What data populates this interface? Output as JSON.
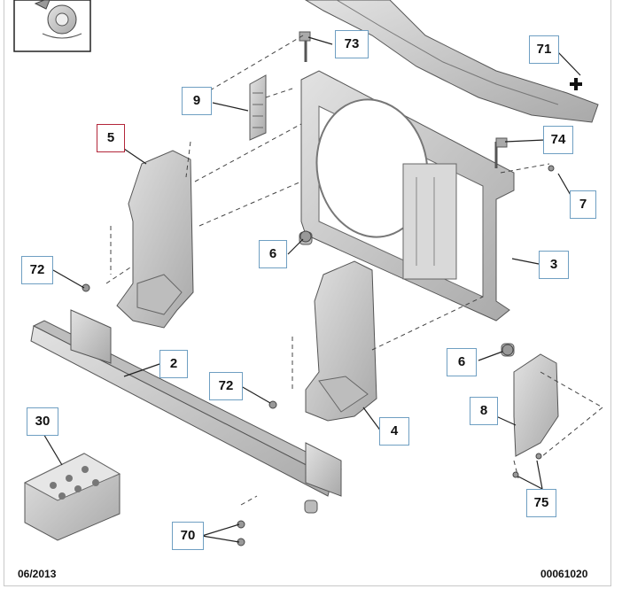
{
  "diagram": {
    "callouts": [
      {
        "id": "c73",
        "label": "73",
        "selected": false
      },
      {
        "id": "c71",
        "label": "71",
        "selected": false
      },
      {
        "id": "c9",
        "label": "9",
        "selected": false
      },
      {
        "id": "c5",
        "label": "5",
        "selected": true
      },
      {
        "id": "c74",
        "label": "74",
        "selected": false
      },
      {
        "id": "c7",
        "label": "7",
        "selected": false
      },
      {
        "id": "c6a",
        "label": "6",
        "selected": false
      },
      {
        "id": "c72a",
        "label": "72",
        "selected": false
      },
      {
        "id": "c3",
        "label": "3",
        "selected": false
      },
      {
        "id": "c2",
        "label": "2",
        "selected": false
      },
      {
        "id": "c6b",
        "label": "6",
        "selected": false
      },
      {
        "id": "c72b",
        "label": "72",
        "selected": false
      },
      {
        "id": "c8",
        "label": "8",
        "selected": false
      },
      {
        "id": "c4",
        "label": "4",
        "selected": false
      },
      {
        "id": "c30",
        "label": "30",
        "selected": false
      },
      {
        "id": "c75",
        "label": "75",
        "selected": false
      },
      {
        "id": "c70",
        "label": "70",
        "selected": false
      }
    ]
  },
  "footer": {
    "date": "06/2013",
    "reference": "00061020"
  },
  "colors": {
    "callout_border": "#6f9fc2",
    "selected_border": "#b3263a",
    "part_fill": "#cfcfcf",
    "part_stroke": "#555555"
  }
}
